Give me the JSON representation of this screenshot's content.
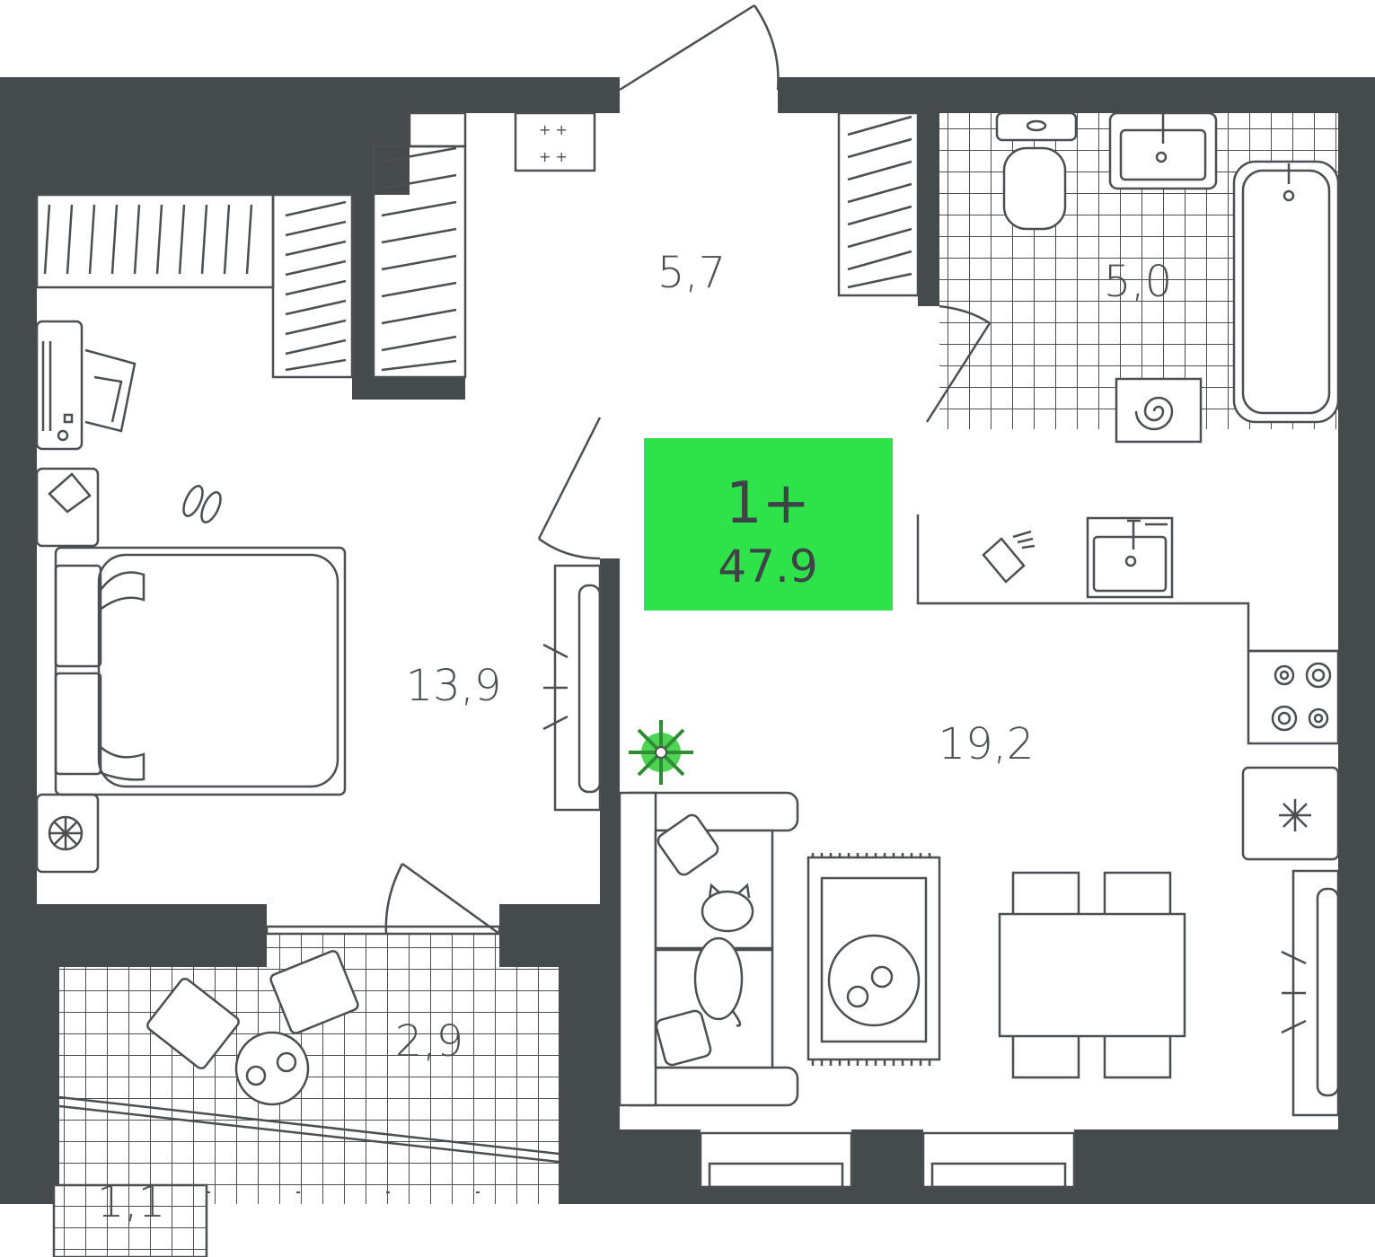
{
  "apartment": {
    "type_label": "1+",
    "total_area": "47.9",
    "badge_color": "#2ee34a",
    "wall_color": "#454b4d"
  },
  "rooms": [
    {
      "id": "hall",
      "area_label": "5,7"
    },
    {
      "id": "bathroom",
      "area_label": "5,0"
    },
    {
      "id": "bedroom",
      "area_label": "13,9"
    },
    {
      "id": "kitchen-living",
      "area_label": "19,2"
    },
    {
      "id": "loggia",
      "area_label": "2,9"
    },
    {
      "id": "balcony",
      "area_label": "1,1"
    }
  ],
  "icons": [
    "wardrobe-icon",
    "desk-icon",
    "office-chair-icon",
    "slippers-icon",
    "double-bed-icon",
    "bedside-table-icon",
    "radiator-icon",
    "toilet-icon",
    "washbasin-icon",
    "bathtub-icon",
    "washing-machine-icon",
    "kitchen-sink-icon",
    "dishes-icon",
    "cooktop-icon",
    "fridge-icon",
    "sofa-icon",
    "cat-icon",
    "plant-icon",
    "rug-icon",
    "coffee-table-icon",
    "dining-table-icon",
    "lounge-chair-icon",
    "electric-panel-icon"
  ]
}
